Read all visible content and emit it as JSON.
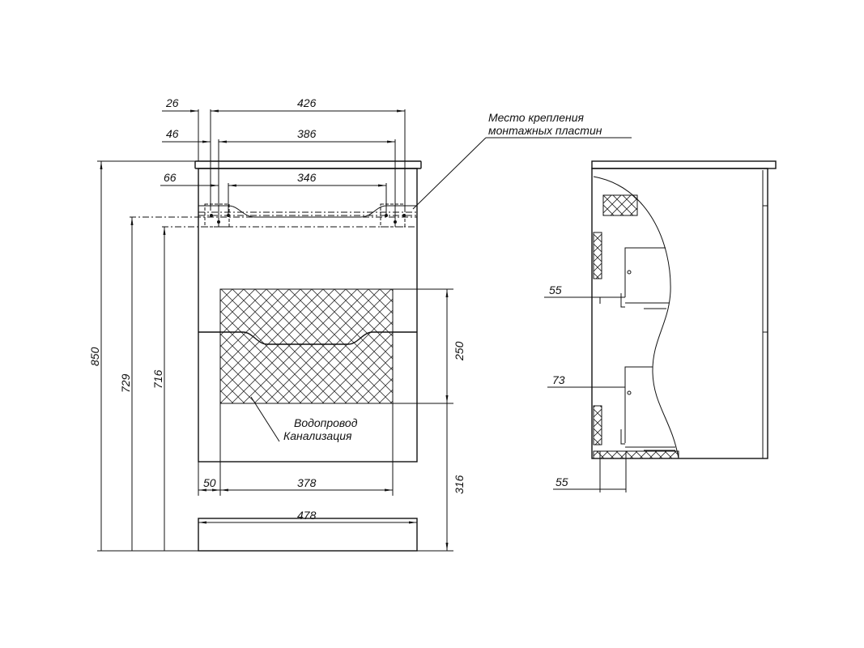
{
  "front_view": {
    "dims": {
      "d26": "26",
      "d426": "426",
      "d46": "46",
      "d386": "386",
      "d66": "66",
      "d346": "346",
      "d850": "850",
      "d729": "729",
      "d716": "716",
      "d250": "250",
      "d316": "316",
      "d50": "50",
      "d378": "378",
      "d478": "478"
    },
    "labels": {
      "mount_line1": "Место крепления",
      "mount_line2": "монтажных пластин",
      "water": "Водопровод",
      "sewer": "Канализация"
    }
  },
  "side_view": {
    "dims": {
      "d55_top": "55",
      "d73": "73",
      "d55_bottom": "55"
    }
  }
}
